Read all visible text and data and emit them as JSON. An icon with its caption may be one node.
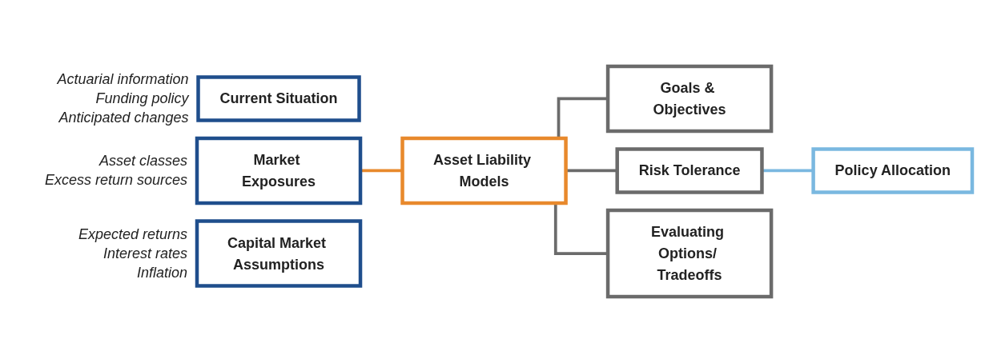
{
  "diagram": {
    "nodes": [
      {
        "text": [
          "Current Situation"
        ],
        "beside": [
          "Actuarial information",
          "Funding policy",
          "Anticipated changes"
        ]
      },
      {
        "text": [
          "Market Exposures"
        ],
        "beside": [
          "Asset classes",
          "Excess return sources"
        ]
      },
      {
        "text": [
          "Capital Market Assumptions"
        ],
        "beside": [
          "Expected returns",
          "Interest rates",
          "Inflation"
        ]
      },
      {
        "text": [
          "Asset Liability Models"
        ]
      },
      {
        "text": [
          "Goals & Objectives"
        ]
      },
      {
        "text": [
          "Risk Tolerance"
        ]
      },
      {
        "text": [
          "Evaluating Options/ Tradeoffs"
        ]
      },
      {
        "text": [
          "Policy Allocation"
        ]
      }
    ],
    "edges": [
      {
        "from": 1,
        "to": 3,
        "arrow": "none",
        "color": "#e8892c"
      },
      {
        "from": 3,
        "to": 4,
        "arrow": "none"
      },
      {
        "from": 3,
        "to": 5,
        "arrow": "none"
      },
      {
        "from": 3,
        "to": 6,
        "arrow": "none"
      },
      {
        "from": 5,
        "to": 7,
        "arrow": "none",
        "color": "#7ab8e0"
      }
    ]
  }
}
